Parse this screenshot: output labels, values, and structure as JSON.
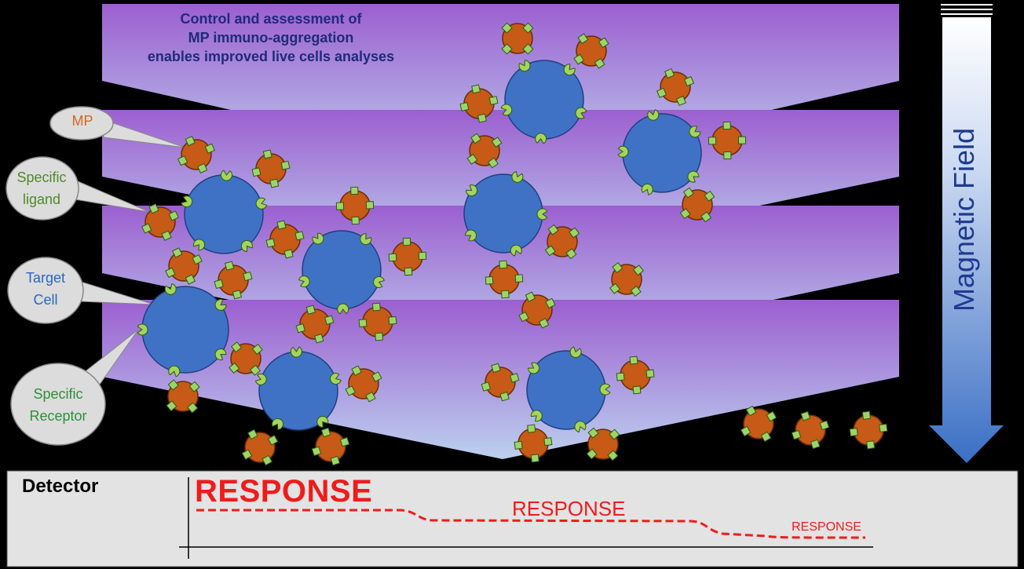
{
  "title": {
    "line1": "Control and assessment of",
    "line2": "MP immuno-aggregation",
    "line3": "enables improved live cells analyses"
  },
  "callouts": {
    "mp": "MP",
    "ligand_line1": "Specific",
    "ligand_line2": "ligand",
    "target_line1": "Target",
    "target_line2": "Cell",
    "receptor_line1": "Specific",
    "receptor_line2": "Receptor"
  },
  "field_label": "Magnetic Field",
  "detector": {
    "label": "Detector",
    "responses": [
      "RESPONSE",
      "RESPONSE",
      "RESPONSE"
    ]
  },
  "colors": {
    "background": "#000000",
    "band_top": "#9c5fd0",
    "band_bottom": "#bcd0ee",
    "cell": "#3f72c4",
    "particle": "#c65a16",
    "ligand": "#9ed36a",
    "receptor": "#a4d45c",
    "detector_panel": "#e3e3e3",
    "response": "#ee1c1c",
    "arrow_top": "#ffffff",
    "arrow_bottom": "#3a6fc4"
  }
}
